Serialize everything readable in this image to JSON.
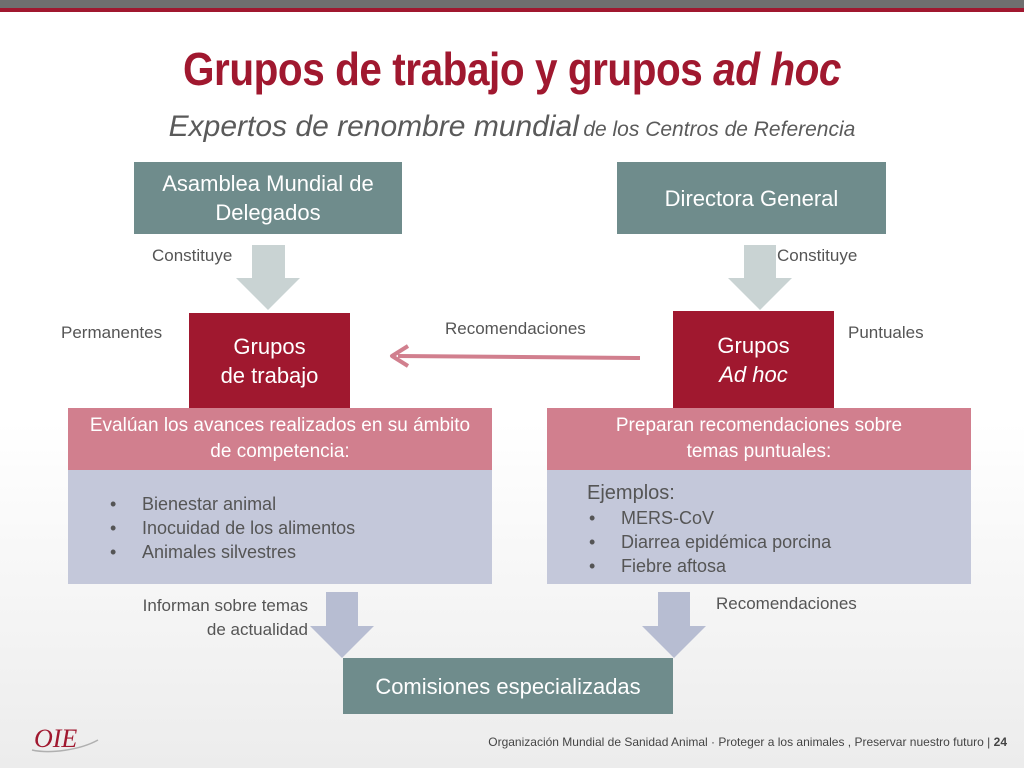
{
  "slide": {
    "title": "Grupos de trabajo y grupos",
    "title_italic": "ad hoc",
    "subtitle_main": "Expertos de renombre mundial",
    "subtitle_rest": "de los Centros de Referencia"
  },
  "colors": {
    "accent_red": "#a0182f",
    "box_gray_teal": "#6f8c8c",
    "band_pink": "#d17f8e",
    "panel_lilac": "#c4c8da",
    "arrow_gray": "#c9d3d3",
    "arrow_blue_gray": "#b7bdd2"
  },
  "diagram": {
    "asamblea": "Asamblea Mundial de Delegados",
    "directora": "Directora General",
    "constituye_left": "Constituye",
    "constituye_right": "Constituye",
    "permanentes": "Permanentes",
    "puntuales": "Puntuales",
    "recomendaciones_top": "Recomendaciones",
    "gt_line1": "Grupos",
    "gt_line2": "de trabajo",
    "ah_line1": "Grupos",
    "ah_line2": "Ad hoc",
    "left_band": "Evalúan los avances realizados en su ámbito de competencia:",
    "right_band": "Preparan recomendaciones sobre temas puntuales:",
    "left_items": [
      "Bienestar animal",
      "Inocuidad de los alimentos",
      "Animales silvestres"
    ],
    "right_heading": "Ejemplos:",
    "right_items": [
      "MERS-CoV",
      "Diarrea epidémica porcina",
      "Fiebre aftosa"
    ],
    "informan_line1": "Informan sobre temas",
    "informan_line2": "de actualidad",
    "recomendaciones_bottom": "Recomendaciones",
    "comisiones": "Comisiones especializadas"
  },
  "footer": {
    "logo_text": "OIE",
    "text": "Organización Mundial de Sanidad Animal · Proteger a los animales , Preservar nuestro futuro |",
    "page_number": "24"
  }
}
